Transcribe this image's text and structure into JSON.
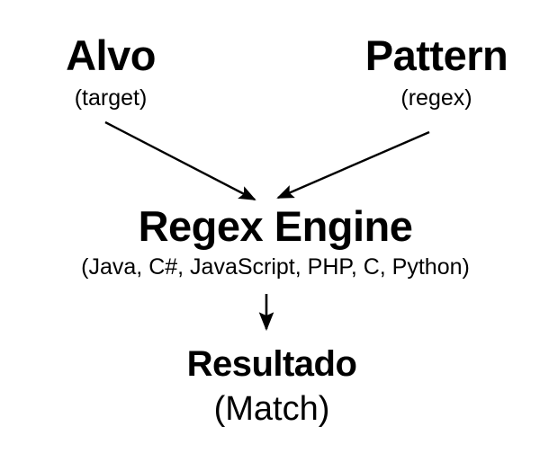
{
  "diagram": {
    "title": "Regex Engine flow",
    "background_color": "#ffffff",
    "stroke_color": "#000000",
    "nodes": {
      "target": {
        "title": "Alvo",
        "subtitle": "(target)"
      },
      "pattern": {
        "title": "Pattern",
        "subtitle": "(regex)"
      },
      "engine": {
        "title": "Regex Engine",
        "subtitle": "(Java, C#, JavaScript, PHP, C, Python)"
      },
      "result": {
        "title": "Resultado",
        "subtitle": "(Match)"
      }
    },
    "arrows": [
      {
        "name": "target-to-engine",
        "from": "target",
        "to": "engine"
      },
      {
        "name": "pattern-to-engine",
        "from": "pattern",
        "to": "engine"
      },
      {
        "name": "engine-to-result",
        "from": "engine",
        "to": "result"
      }
    ]
  }
}
